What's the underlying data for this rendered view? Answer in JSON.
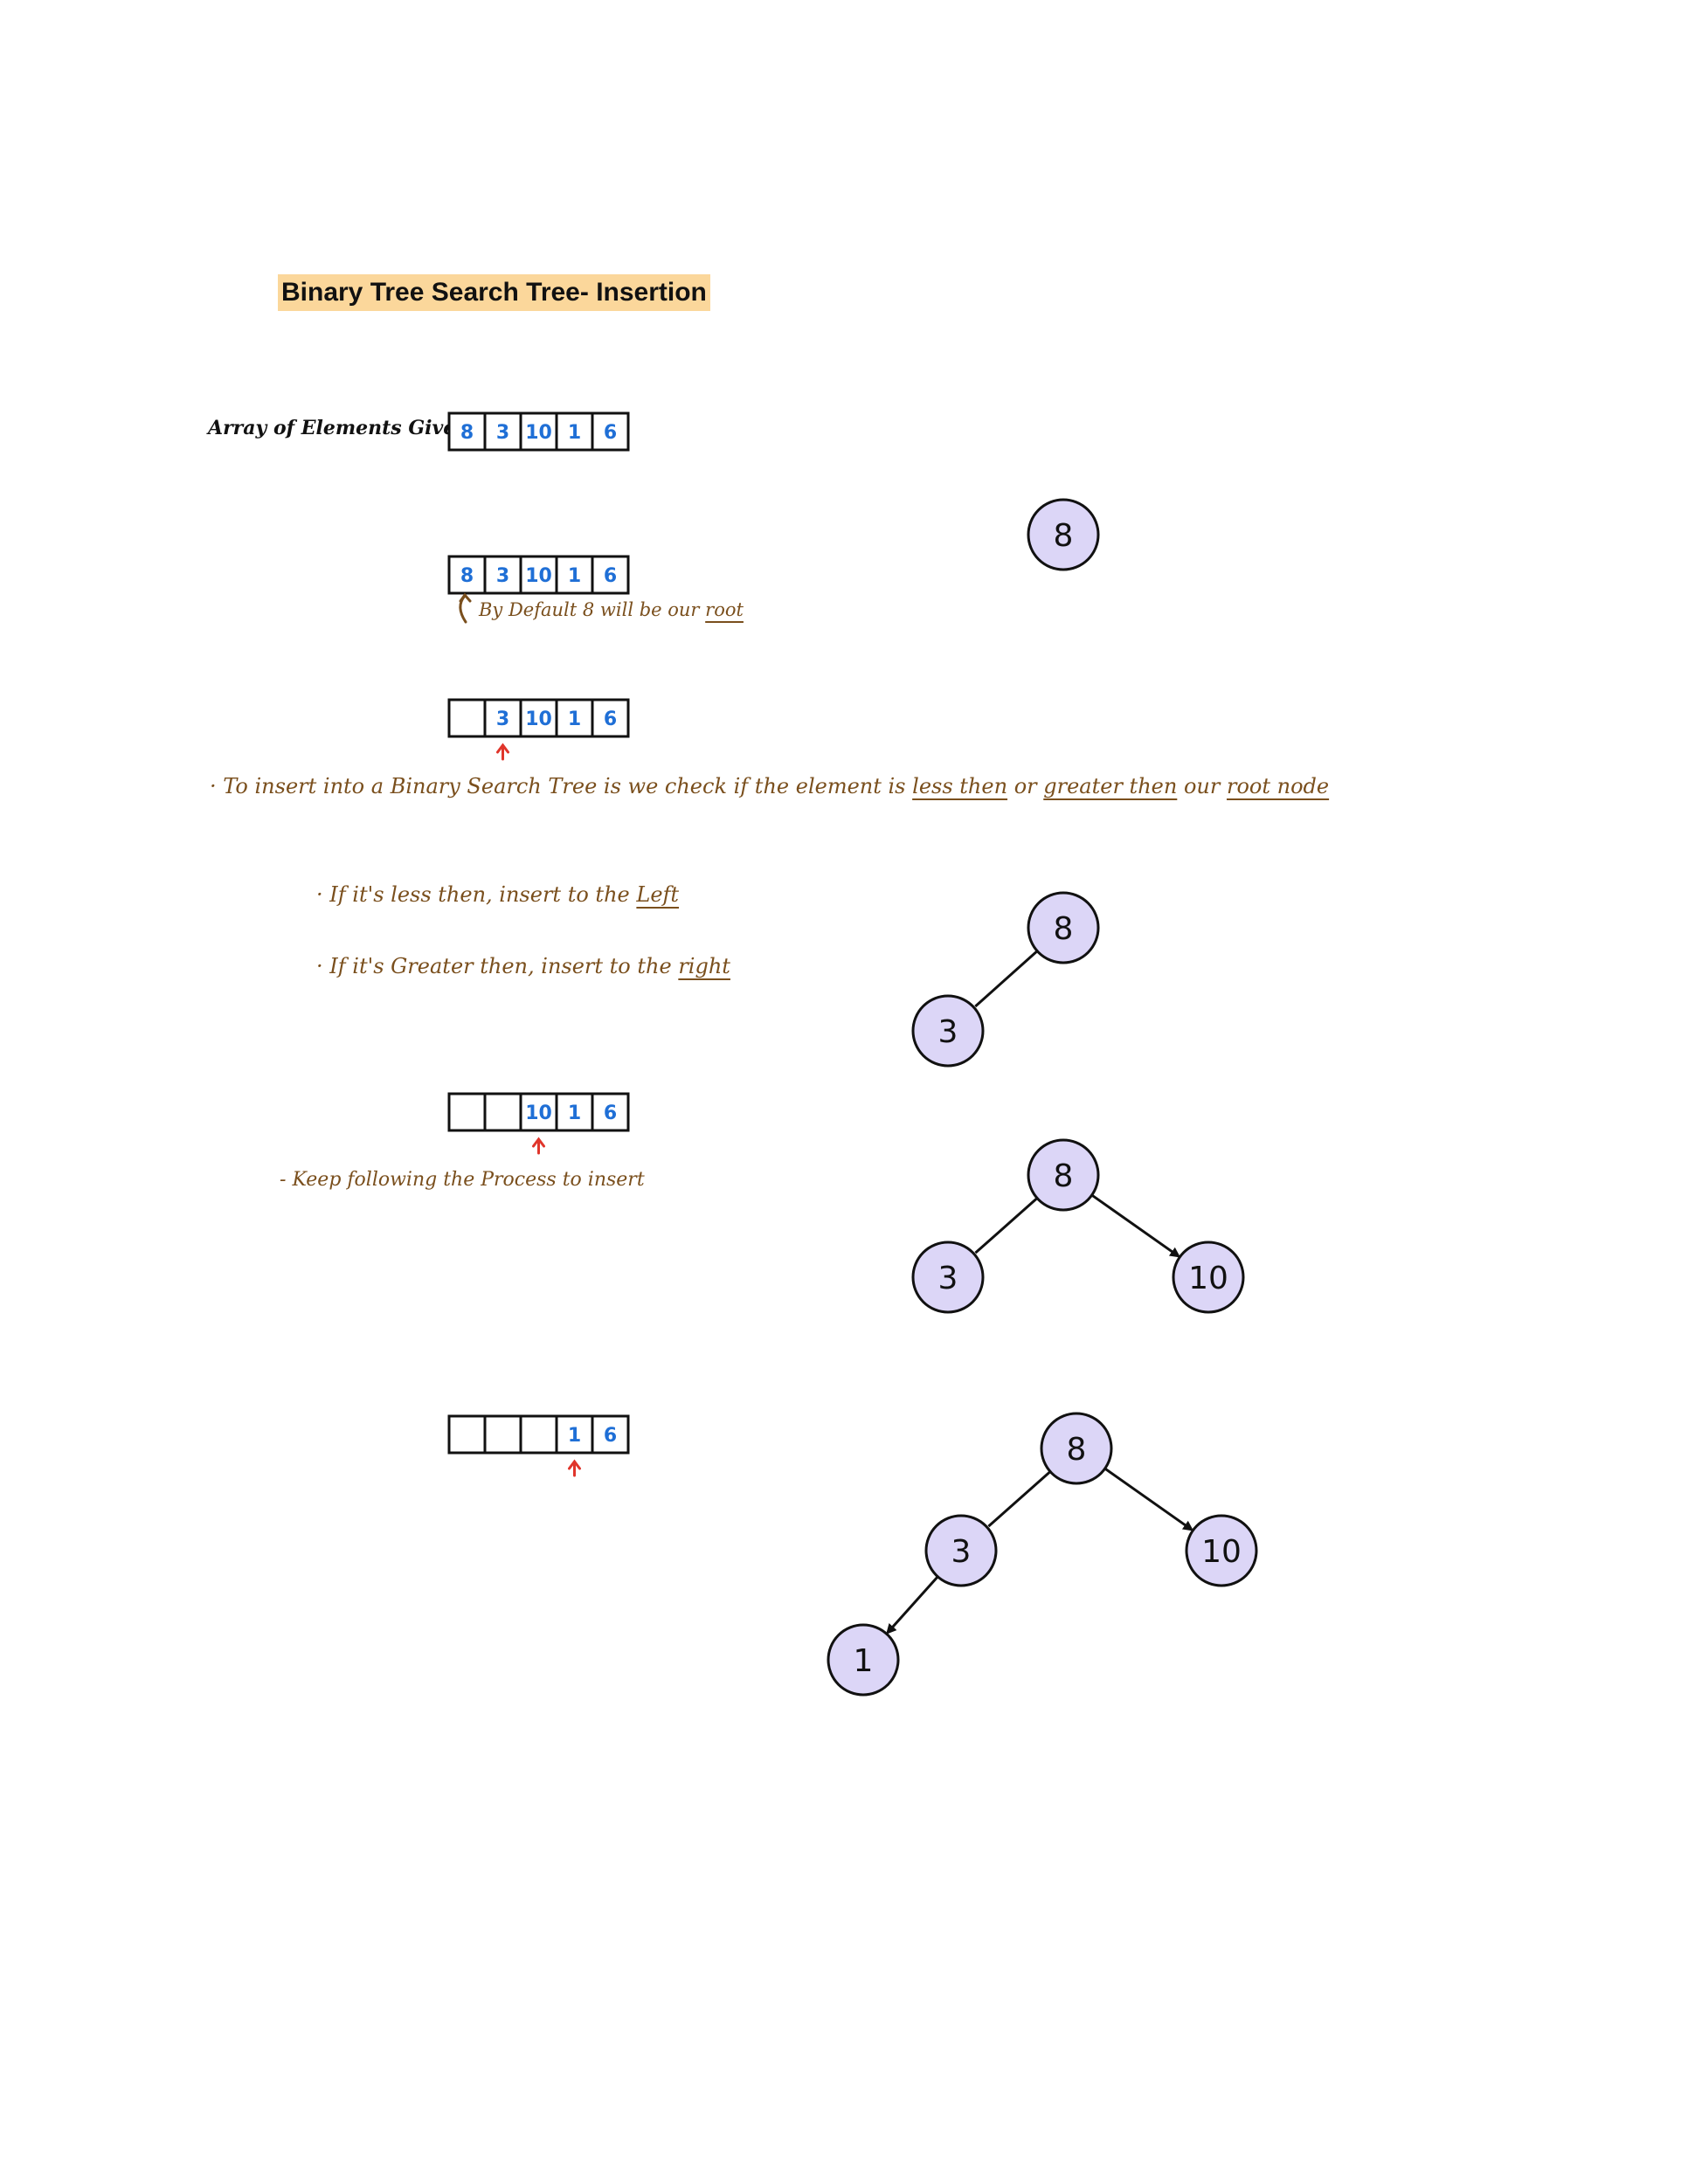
{
  "title": "Binary Tree Search Tree- Insertion",
  "array_label": "Array of Elements Given:",
  "arrays": [
    {
      "cells": [
        "8",
        "3",
        "10",
        "1",
        "6"
      ],
      "pointer": null
    },
    {
      "cells": [
        "8",
        "3",
        "10",
        "1",
        "6"
      ],
      "pointer": 0
    },
    {
      "cells": [
        "",
        "3",
        "10",
        "1",
        "6"
      ],
      "pointer": 1
    },
    {
      "cells": [
        "",
        "",
        "10",
        "1",
        "6"
      ],
      "pointer": 2
    },
    {
      "cells": [
        "",
        "",
        "",
        "1",
        "6"
      ],
      "pointer": 3
    }
  ],
  "notes": {
    "default_root_pre": "By Default 8 will be our",
    "default_root_word": "root",
    "insert_rule_pre": "To insert into a Binary Search Tree is we check if the element is",
    "less_then": "less then",
    "or": "or",
    "greater_then": "greater then",
    "our": "our",
    "root_node": "root node",
    "left_rule_pre": "If it's less then, insert to the",
    "left_word": "Left",
    "right_rule_pre": "If it's Greater then, insert to the",
    "right_word": "right",
    "keep_following": "Keep following the Process to insert"
  },
  "trees": [
    {
      "nodes": [
        "8"
      ]
    },
    {
      "nodes": [
        "8",
        "3"
      ]
    },
    {
      "nodes": [
        "8",
        "3",
        "10"
      ]
    },
    {
      "nodes": [
        "8",
        "3",
        "10",
        "1"
      ]
    }
  ],
  "colors": {
    "highlight": "#fbd79b",
    "ink_brown": "#7a4f1d",
    "digit_blue": "#1f6fd6",
    "pointer_red": "#e0352b",
    "node_fill": "#dcd6f7",
    "ink_black": "#111111"
  }
}
